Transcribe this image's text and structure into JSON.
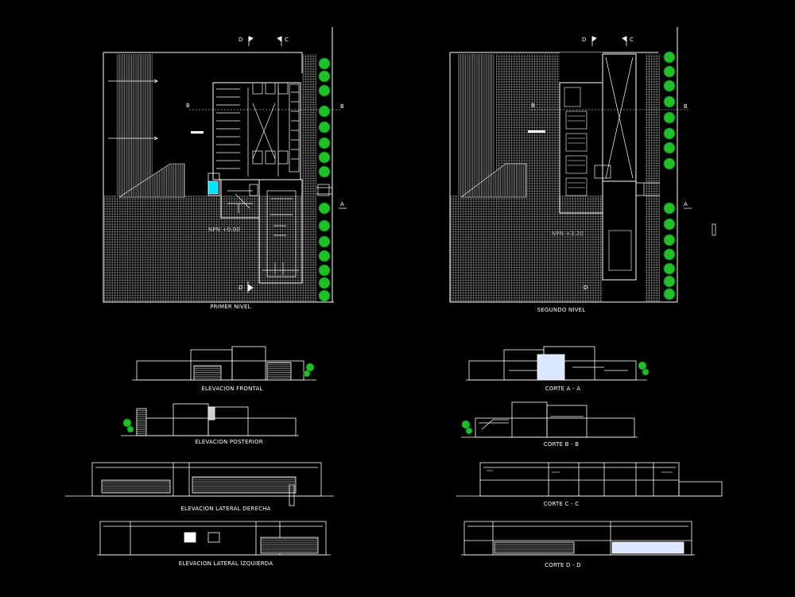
{
  "plans": {
    "first_level": {
      "title": "PRIMER NIVEL",
      "npn": "NPN +0.00"
    },
    "second_level": {
      "title": "SEGUNDO NIVEL",
      "npn": "NPN +3.20"
    }
  },
  "section_markers": {
    "a": "A",
    "b": "B",
    "c": "C",
    "d": "D"
  },
  "drawings": {
    "elev_front": "ELEVACION FRONTAL",
    "elev_back": "ELEVACION POSTERIOR",
    "elev_right": "ELEVACION LATERAL DERECHA",
    "elev_left": "ELEVACION LATERAL IZQUIERDA",
    "cut_a": "CORTE  A - A",
    "cut_b": "CORTE  B - B",
    "cut_c": "CORTE  C - C",
    "cut_d": "CORTE  D - D"
  },
  "colors": {
    "background": "#000000",
    "lines": "#ffffff",
    "hatch": "#9a9a9a",
    "trees": "#1fbf2a",
    "highlight": "#00e5ff"
  }
}
